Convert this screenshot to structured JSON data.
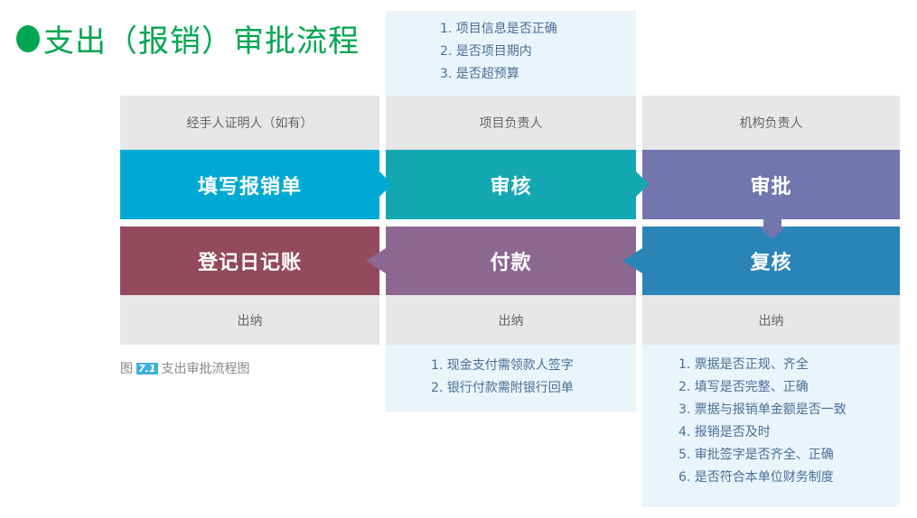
{
  "title": "支出（报销）审批流程",
  "caption": {
    "prefix": "图",
    "number": "7.1",
    "text": "支出审批流程图"
  },
  "top_notes": {
    "col2": [
      "1. 项目信息是否正确",
      "2. 是否项目期内",
      "3. 是否超预算"
    ]
  },
  "roles_top": [
    "经手人证明人（如有）",
    "项目负责人",
    "机构负责人"
  ],
  "steps_row1": [
    {
      "label": "填写报销单",
      "color": "#00a9d4"
    },
    {
      "label": "审核",
      "color": "#13a7b1"
    },
    {
      "label": "审批",
      "color": "#7177ae"
    }
  ],
  "steps_row2": [
    {
      "label": "登记日记账",
      "color": "#924a5c"
    },
    {
      "label": "付款",
      "color": "#8c6891"
    },
    {
      "label": "复核",
      "color": "#2a84b8"
    }
  ],
  "roles_bottom": [
    "出纳",
    "出纳",
    "出纳"
  ],
  "bottom_notes": {
    "col2": [
      "1. 现金支付需领款人签字",
      "2. 银行付款需附银行回单"
    ],
    "col3": [
      "1. 票据是否正规、齐全",
      "2. 填写是否完整、正确",
      "3. 票据与报销单金额是否一致",
      "4. 报销是否及时",
      "5. 审批签字是否齐全、正确",
      "6. 是否符合本单位财务制度"
    ]
  }
}
